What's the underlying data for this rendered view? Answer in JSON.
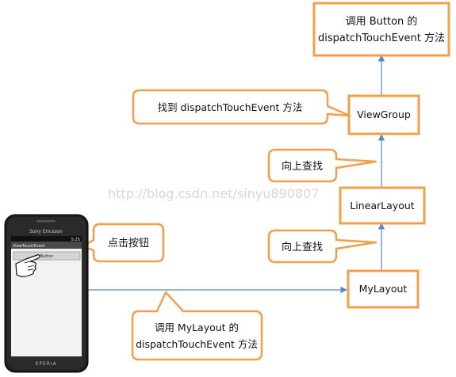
{
  "boxes": {
    "button_dispatch": {
      "line1": "调用 Button 的",
      "line2": "dispatchTouchEvent  方法"
    },
    "viewgroup": {
      "label": "ViewGroup"
    },
    "linearlayout": {
      "label": "LinearLayout"
    },
    "mylayout": {
      "label": "MyLayout"
    }
  },
  "callouts": {
    "found_method": "找到  dispatchTouchEvent 方法",
    "search_up_top": "向上查找",
    "search_up_bottom": "向上查找",
    "click_button": "点击按钮",
    "call_mylayout": {
      "line1": "调用 MyLayout 的",
      "line2": "dispatchTouchEvent 方法"
    }
  },
  "phone": {
    "brand": "Sony Ericsson",
    "app_title": "ViewTouchEvent",
    "button_label": "Button",
    "footer_brand": "XPERIA",
    "status_time": "5:25"
  },
  "watermark": "http://blog.csdn.net/sinyu890807",
  "colors": {
    "box_border": "#f0a04b",
    "arrow": "#5b86c8"
  }
}
